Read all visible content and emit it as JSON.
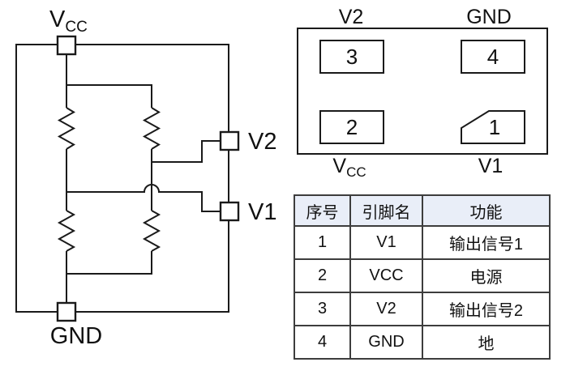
{
  "colors": {
    "line": "#1a1a1a",
    "table_border": "#3d3d3d",
    "table_header_bg": "#e9eef8",
    "background": "#ffffff"
  },
  "schematic": {
    "vcc_label_main": "V",
    "vcc_label_sub": "CC",
    "gnd_label": "GND",
    "v2_label": "V2",
    "v1_label": "V1"
  },
  "package": {
    "top_left_label": "V2",
    "top_right_label": "GND",
    "bottom_left_label_main": "V",
    "bottom_left_label_sub": "CC",
    "bottom_right_label": "V1",
    "pin_top_left": "3",
    "pin_top_right": "4",
    "pin_bottom_left": "2",
    "pin_bottom_right": "1"
  },
  "table": {
    "headers": [
      "序号",
      "引脚名",
      "功能"
    ],
    "rows": [
      [
        "1",
        "V1",
        "输出信号1"
      ],
      [
        "2",
        "VCC",
        "电源"
      ],
      [
        "3",
        "V2",
        "输出信号2"
      ],
      [
        "4",
        "GND",
        "地"
      ]
    ]
  }
}
